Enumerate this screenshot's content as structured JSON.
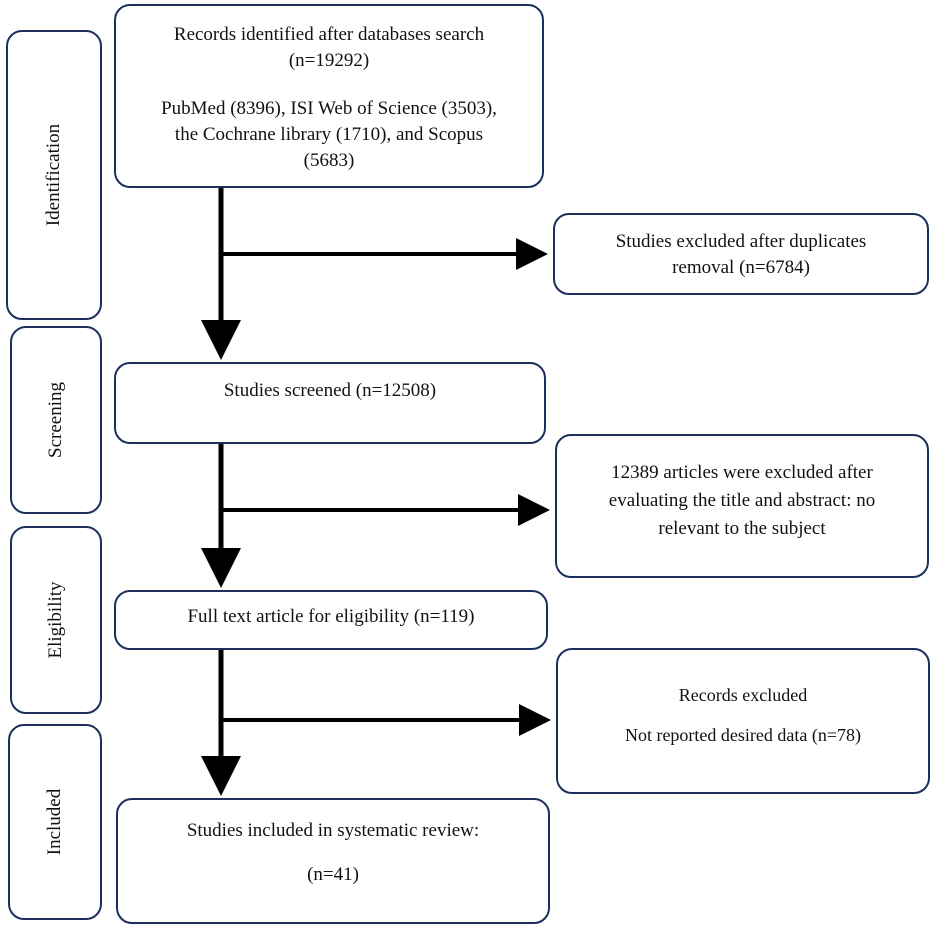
{
  "stages": {
    "identification": "Identification",
    "screening": "Screening",
    "eligibility": "Eligibility",
    "included": "Included"
  },
  "records_identified": {
    "line1": "Records identified after databases search",
    "line2": "(n=19292)",
    "line3": "PubMed (8396), ISI Web of Science (3503),",
    "line4": "the Cochrane library (1710), and Scopus",
    "line5": "(5683)"
  },
  "duplicates_excluded": {
    "line1": "Studies excluded after duplicates",
    "line2": "removal (n=6784)"
  },
  "screened": {
    "line1": "Studies screened (n=12508)"
  },
  "screening_excluded": {
    "line1": "12389 articles were excluded after",
    "line2": "evaluating the title and abstract: no",
    "line3": "relevant to the subject"
  },
  "full_text": {
    "line1": "Full text article for eligibility (n=119)"
  },
  "records_excluded": {
    "line1": "Records excluded",
    "line2": "Not reported desired data (n=78)"
  },
  "included": {
    "line1": "Studies included in systematic review:",
    "line2": "(n=41)"
  },
  "colors": {
    "box_border": "#1c2f5c",
    "arrow": "#000000"
  }
}
